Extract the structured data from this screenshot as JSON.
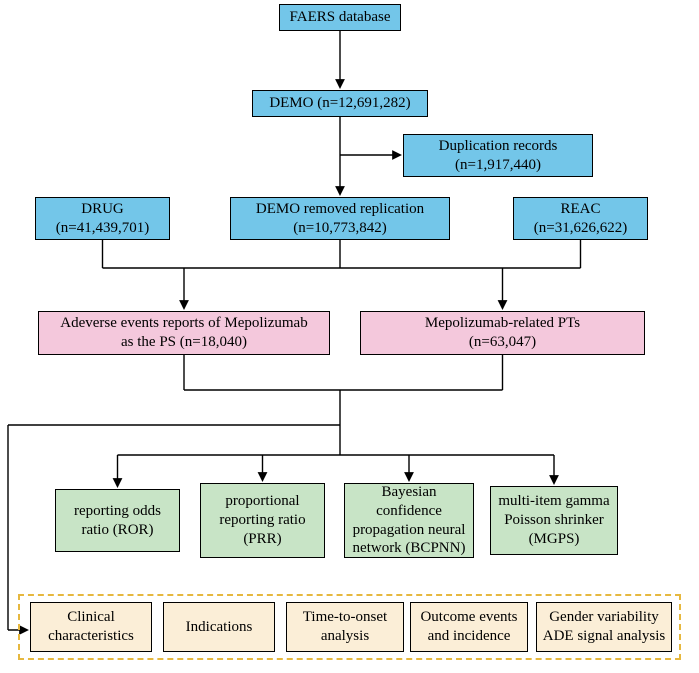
{
  "diagram": {
    "type": "flowchart",
    "nodes": {
      "faers": {
        "label": "FAERS database"
      },
      "demo": {
        "label": "DEMO (n=12,691,282)"
      },
      "duplication": {
        "label": "Duplication records\n(n=1,917,440)"
      },
      "drug": {
        "label": "DRUG\n(n=41,439,701)"
      },
      "demo_removed": {
        "label": "DEMO removed replication\n(n=10,773,842)"
      },
      "reac": {
        "label": "REAC\n(n=31,626,622)"
      },
      "adverse_reports": {
        "label": "Adeverse events reports of Mepolizumab\nas the PS (n=18,040)"
      },
      "related_pts": {
        "label": "Mepolizumab-related PTs\n(n=63,047)"
      },
      "ror": {
        "label": "reporting odds\nratio (ROR)"
      },
      "prr": {
        "label": "proportional\nreporting ratio\n(PRR)"
      },
      "bcpnn": {
        "label": "Bayesian confidence\npropagation neural\nnetwork (BCPNN)"
      },
      "mgps": {
        "label": "multi-item gamma\nPoisson shrinker\n(MGPS)"
      },
      "clinical": {
        "label": "Clinical\ncharacteristics"
      },
      "indications": {
        "label": "Indications"
      },
      "time_to_onset": {
        "label": "Time-to-onset\nanalysis"
      },
      "outcome": {
        "label": "Outcome events\nand incidence"
      },
      "gender": {
        "label": "Gender variability\nADE signal analysis"
      }
    },
    "colors": {
      "blue": "#73c6e9",
      "pink": "#f4c8dc",
      "green": "#c8e4c6",
      "cream": "#fbeed7",
      "dashed_border": "#e6b83f",
      "line": "#000000"
    }
  }
}
